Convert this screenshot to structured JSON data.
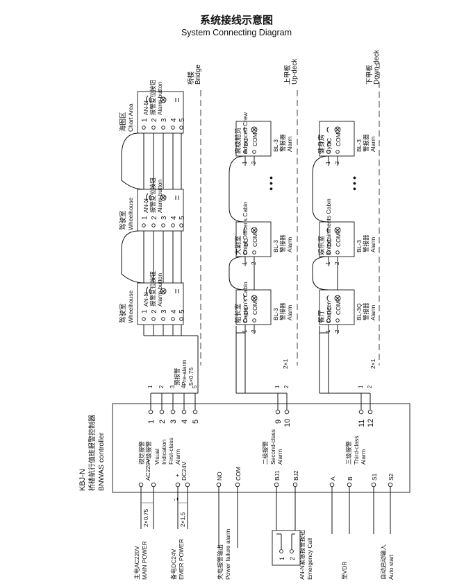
{
  "title": {
    "cn": "系统接线示意图",
    "en": "System Connecting Diagram"
  },
  "controller": {
    "model": "KBJ-N",
    "cn": "桥楼航行值班报警控制器",
    "en": "BNWAS controller"
  },
  "left_inputs": {
    "main_power": {
      "cn": "主电AC220V",
      "en": "MAIN POWER",
      "cable": "2×0.75",
      "terminal_label": "AC220V"
    },
    "emer_power": {
      "cn": "备电DC24V",
      "en": "EMER POWER",
      "cable": "2×1.5",
      "terminal_label": "DC24V",
      "plus": "+",
      "minus": "-"
    },
    "power_fail": {
      "cn": "失电报警输出",
      "en": "Power failure alarm",
      "t1": "NO",
      "t2": "COM"
    },
    "emergency": {
      "cn": "AN-N紧急报警按钮",
      "en": "Emergency Call",
      "t1": "BJ1",
      "t2": "BJ2",
      "btn1": "1",
      "btn2": "2"
    },
    "vdr": {
      "cn": "至VDR",
      "t1": "A",
      "t2": "B"
    },
    "auto_start": {
      "cn": "自动启动输入",
      "en": "Auto start",
      "t1": "S1",
      "t2": "S2"
    }
  },
  "controller_groups": {
    "first": {
      "cn1": "视觉报警",
      "cn2": "一级报警",
      "en1": "Visual",
      "en2": "Indication",
      "en3": "First-class",
      "en4": "Alarm",
      "terminals": [
        "1",
        "2",
        "3",
        "4",
        "5"
      ]
    },
    "second": {
      "cn": "二级报警",
      "en1": "Second-class",
      "en2": "Alarm",
      "terminals": [
        "9",
        "10"
      ]
    },
    "third": {
      "cn": "三级报警",
      "en1": "Third-class",
      "en2": "Alarm",
      "terminals": [
        "11",
        "12"
      ]
    }
  },
  "cables": {
    "pre_alarm": {
      "cn": "预报警",
      "en": "Pre-alarm",
      "spec": "5×0.75"
    },
    "second": "2×1",
    "third": "2×1",
    "bus_numbers": [
      "1",
      "2",
      "3",
      "4",
      "5"
    ]
  },
  "decks": {
    "bridge": {
      "cn": "桥楼",
      "en": "Bridge"
    },
    "updeck": {
      "cn": "上甲板",
      "en": "Up-deck"
    },
    "downdeck": {
      "cn": "下甲板",
      "en": "Down-deck"
    }
  },
  "alarm_button": {
    "code": "AN-N",
    "cn": "报警复位按钮",
    "en": "Alarm button",
    "pins": [
      "1",
      "2",
      "3",
      "4",
      "5"
    ]
  },
  "alarm_device": {
    "code": "BL-3",
    "code_alt": "BL-3Q",
    "cn": "警报器",
    "en": "Alarm",
    "dc": "DC",
    "com": "COM",
    "pins": [
      "1",
      "2"
    ]
  },
  "bridge_rooms": [
    {
      "cn": "驾驶室",
      "en": "Wheelhouse"
    },
    {
      "cn": "驾驶室",
      "en": "Wheelhouse"
    },
    {
      "cn": "海图区",
      "en": "Chart Area"
    }
  ],
  "updeck_rooms": [
    {
      "cn": "船长室",
      "en": "Captain's Cabin"
    },
    {
      "cn": "大副室",
      "en": "Chief Officer's Cabin"
    },
    {
      "cn": "高级船员",
      "en": "Advanced Crew"
    }
  ],
  "downdeck_rooms": [
    {
      "cn": "餐厅",
      "en": "Canteen"
    },
    {
      "cn": "娱乐室",
      "en": "Entertainments Cabin"
    },
    {
      "cn": "健身房",
      "en": "Gym"
    }
  ],
  "ellipsis": "● ● ●"
}
